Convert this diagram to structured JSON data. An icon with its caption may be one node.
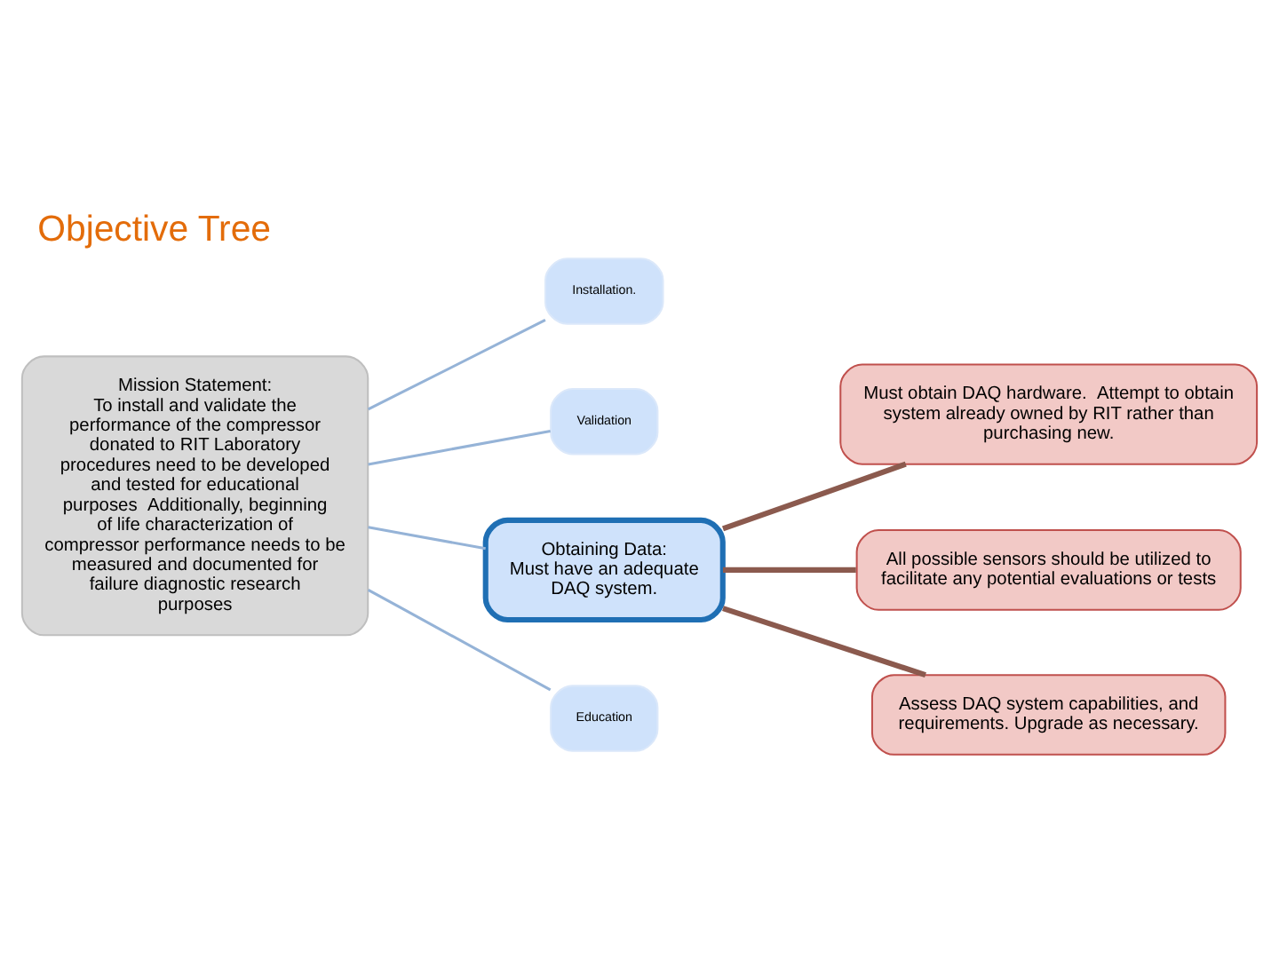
{
  "diagram": {
    "title": "Objective Tree",
    "nodes": [
      {
        "text": [
          "Mission Statement:",
          "To install and validate the performance of the compressor donated to RIT Laboratory procedures need to be developed and tested for educational purposes  Additionally, beginning of life characterization of compressor performance needs to be measured and documented for failure diagnostic research purposes"
        ]
      },
      {
        "text": [
          "Installation."
        ]
      },
      {
        "text": [
          "Validation"
        ]
      },
      {
        "text": [
          "Obtaining Data:",
          "Must have an adequate DAQ system."
        ]
      },
      {
        "text": [
          "Education"
        ]
      },
      {
        "text": [
          "Must obtain DAQ hardware.  Attempt to obtain system already owned by RIT rather than purchasing new."
        ]
      },
      {
        "text": [
          "All possible sensors should be utilized to facilitate any potential evaluations or tests"
        ]
      },
      {
        "text": [
          "Assess DAQ system capabilities, and requirements. Upgrade as necessary."
        ]
      }
    ],
    "edges": [
      {
        "from": 0,
        "to": 1,
        "arrow": "none"
      },
      {
        "from": 0,
        "to": 2,
        "arrow": "none"
      },
      {
        "from": 0,
        "to": 3,
        "arrow": "none"
      },
      {
        "from": 0,
        "to": 4,
        "arrow": "none"
      },
      {
        "from": 3,
        "to": 5,
        "arrow": "none",
        "style": "thick",
        "color": "#8b5a4e"
      },
      {
        "from": 3,
        "to": 6,
        "arrow": "none",
        "style": "thick",
        "color": "#8b5a4e"
      },
      {
        "from": 3,
        "to": 7,
        "arrow": "none",
        "style": "thick",
        "color": "#8b5a4e"
      }
    ]
  }
}
